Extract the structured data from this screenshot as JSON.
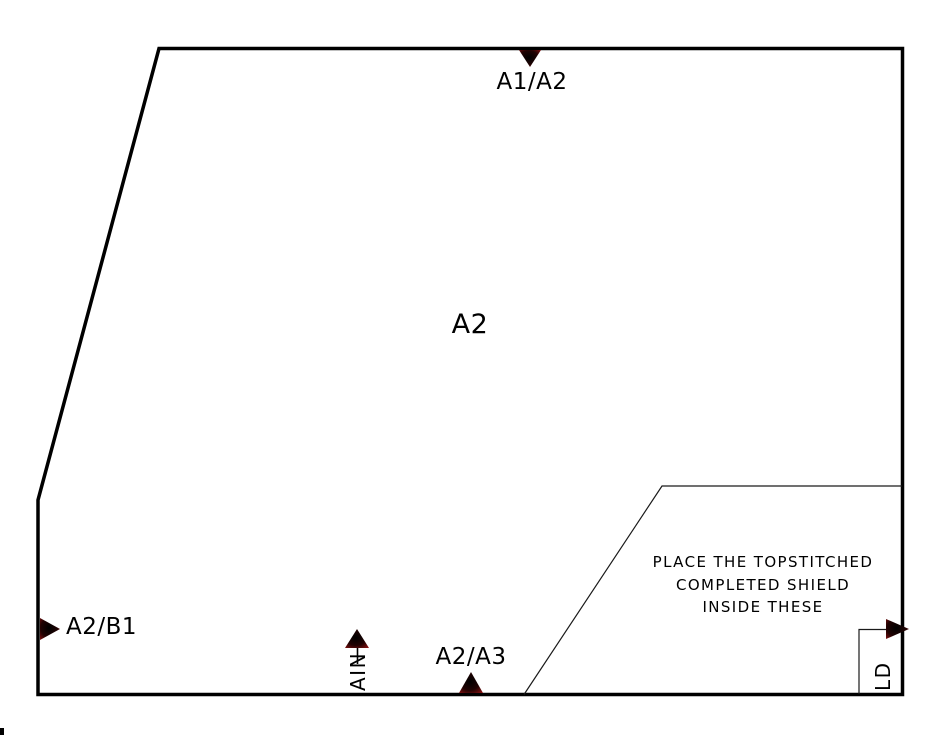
{
  "piece": {
    "name": "A2",
    "notches": {
      "top": "A1/A2",
      "left": "A2/B1",
      "bottom": "A2/A3"
    },
    "placement_note": "PLACE THE TOPSTITCHED\nCOMPLETED SHIELD\nINSIDE THESE",
    "grain_text_partial": "AIN",
    "fold_text_partial": "LD"
  },
  "colors": {
    "outline": "#000000",
    "thin_line": "#1a1a1a",
    "notch_center": "#000000",
    "notch_edge": "#8e1212"
  }
}
